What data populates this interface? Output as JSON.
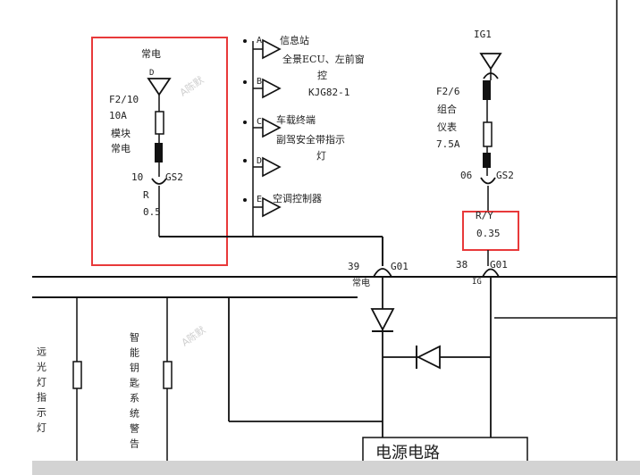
{
  "left_fuse": {
    "supply_label": "常电",
    "connector_top": "D",
    "fuse_id": "F2/10",
    "rating": "10A",
    "module_line1": "模块",
    "module_line2": "常电",
    "pin": "10",
    "connector_bottom": "GS2",
    "wire_color": "R",
    "wire_size": "0.5"
  },
  "branches": [
    {
      "letter": "A",
      "line1": "信息站",
      "line2": "全景ECU、左前窗",
      "line3": "控",
      "line4": "KJG82-1"
    },
    {
      "letter": "B"
    },
    {
      "letter": "C",
      "line1": "车载终端",
      "line2": "副驾安全带指示",
      "line3": "灯"
    },
    {
      "letter": "D"
    },
    {
      "letter": "E",
      "line1": "空调控制器"
    }
  ],
  "right_fuse": {
    "supply_label": "IG1",
    "fuse_id": "F2/6",
    "line1": "组合",
    "line2": "仪表",
    "rating": "7.5A",
    "pin": "06",
    "connector": "GS2",
    "wire_label": "R/Y",
    "wire_size": "0.35"
  },
  "bus": {
    "left_pin": "39",
    "left_connector": "G01",
    "left_note": "常电",
    "right_pin": "38",
    "right_connector": "G01",
    "right_note": "IG"
  },
  "lower_labels": {
    "left_vertical": "远光灯指示灯",
    "mid_vertical": "智能钥匙系统警告",
    "power_box": "电源电路"
  },
  "watermark": "A陈默",
  "colors": {
    "highlight": "#e8393a",
    "line": "#111111"
  }
}
